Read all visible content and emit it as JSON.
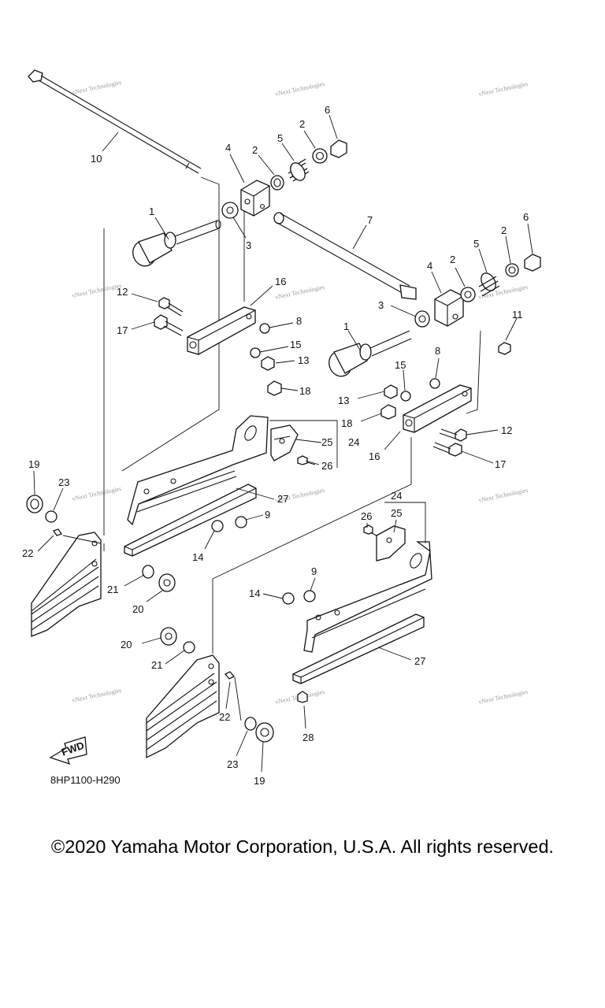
{
  "diagram": {
    "code": "8HP1100-H290",
    "fwd_label": "FWD",
    "watermark": "vNext Technologies",
    "callouts": [
      {
        "id": "c1a",
        "label": "10"
      },
      {
        "id": "c2",
        "label": "4"
      },
      {
        "id": "c3",
        "label": "2"
      },
      {
        "id": "c4",
        "label": "5"
      },
      {
        "id": "c5",
        "label": "2"
      },
      {
        "id": "c6",
        "label": "6"
      },
      {
        "id": "c7",
        "label": "1"
      },
      {
        "id": "c8",
        "label": "3"
      },
      {
        "id": "c9",
        "label": "7"
      },
      {
        "id": "c10",
        "label": "6"
      },
      {
        "id": "c11",
        "label": "2"
      },
      {
        "id": "c12",
        "label": "5"
      },
      {
        "id": "c13",
        "label": "2"
      },
      {
        "id": "c14",
        "label": "4"
      },
      {
        "id": "c15",
        "label": "3"
      },
      {
        "id": "c16",
        "label": "11"
      },
      {
        "id": "c17",
        "label": "16"
      },
      {
        "id": "c18",
        "label": "12"
      },
      {
        "id": "c19",
        "label": "17"
      },
      {
        "id": "c20",
        "label": "8"
      },
      {
        "id": "c21",
        "label": "15"
      },
      {
        "id": "c22",
        "label": "13"
      },
      {
        "id": "c23",
        "label": "18"
      },
      {
        "id": "c24",
        "label": "1"
      },
      {
        "id": "c25",
        "label": "8"
      },
      {
        "id": "c26",
        "label": "15"
      },
      {
        "id": "c27",
        "label": "13"
      },
      {
        "id": "c28",
        "label": "18"
      },
      {
        "id": "c29",
        "label": "12"
      },
      {
        "id": "c30",
        "label": "16"
      },
      {
        "id": "c31",
        "label": "17"
      },
      {
        "id": "c32",
        "label": "25"
      },
      {
        "id": "c33",
        "label": "24"
      },
      {
        "id": "c34",
        "label": "26"
      },
      {
        "id": "c35",
        "label": "19"
      },
      {
        "id": "c36",
        "label": "23"
      },
      {
        "id": "c37",
        "label": "27"
      },
      {
        "id": "c38",
        "label": "9"
      },
      {
        "id": "c39",
        "label": "22"
      },
      {
        "id": "c40",
        "label": "14"
      },
      {
        "id": "c41",
        "label": "21"
      },
      {
        "id": "c42",
        "label": "20"
      },
      {
        "id": "c43",
        "label": "24"
      },
      {
        "id": "c44",
        "label": "26"
      },
      {
        "id": "c45",
        "label": "25"
      },
      {
        "id": "c46",
        "label": "9"
      },
      {
        "id": "c47",
        "label": "14"
      },
      {
        "id": "c48",
        "label": "27"
      },
      {
        "id": "c49",
        "label": "20"
      },
      {
        "id": "c50",
        "label": "21"
      },
      {
        "id": "c51",
        "label": "22"
      },
      {
        "id": "c52",
        "label": "28"
      },
      {
        "id": "c53",
        "label": "23"
      },
      {
        "id": "c54",
        "label": "19"
      }
    ]
  },
  "footer": {
    "copyright": "©2020 Yamaha Motor Corporation, U.S.A. All rights reserved."
  }
}
